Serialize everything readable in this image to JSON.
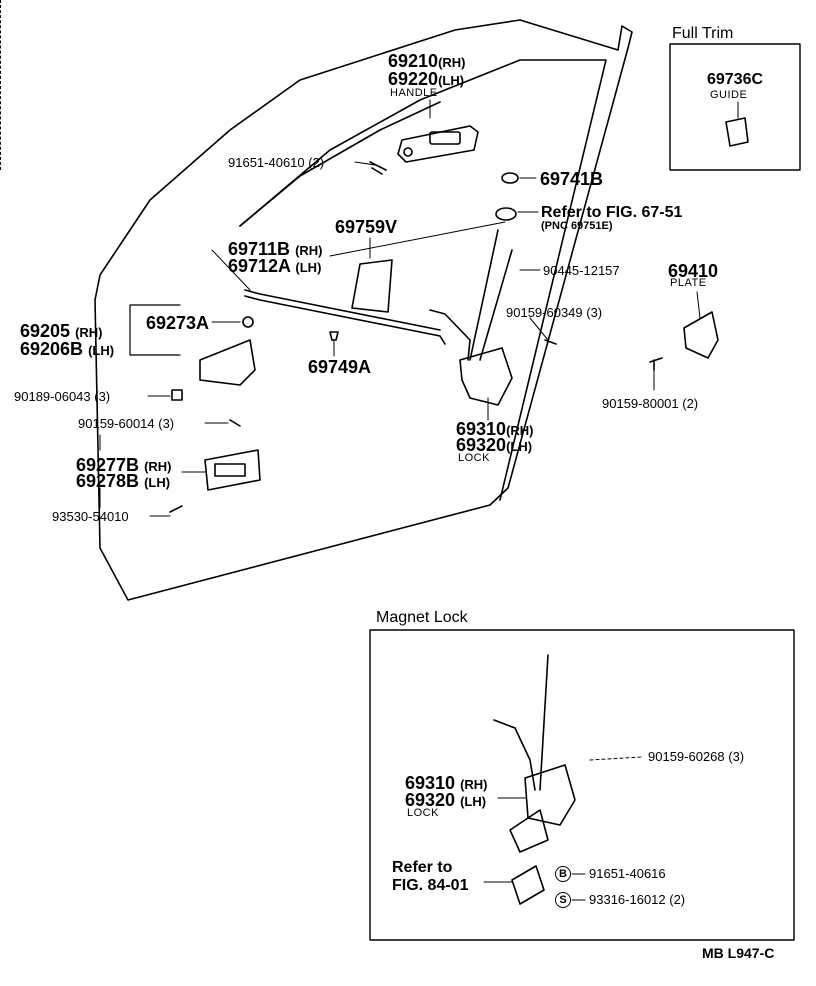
{
  "insets": {
    "full_trim": {
      "title": "Full Trim",
      "part": "69736C",
      "name": "GUIDE"
    },
    "magnet_lock": {
      "title": "Magnet Lock",
      "lock_rh": "69310",
      "lock_rh_side": "(RH)",
      "lock_lh": "69320",
      "lock_lh_side": "(LH)",
      "lock_name": "LOCK",
      "screw": "90159-60268 (3)",
      "refer_line1": "Refer to",
      "refer_line2": "FIG. 84-01",
      "b_marker": "B",
      "b_part": "91651-40616",
      "s_marker": "S",
      "s_part": "93316-16012 (2)"
    }
  },
  "labels": {
    "handle_rh": "69210",
    "handle_rh_side": "(RH)",
    "handle_lh": "69220",
    "handle_lh_side": "(LH)",
    "handle_name": "HANDLE",
    "handle_screw": "91651-40610 (2)",
    "part_69741b": "69741B",
    "refer_line1": "Refer to FIG. 67-51",
    "refer_line2": "(PNC 69751E)",
    "part_69759v": "69759V",
    "rod_rh": "69711B",
    "rod_rh_side": "(RH)",
    "rod_lh": "69712A",
    "rod_lh_side": "(LH)",
    "rod_90445": "90445-12157",
    "part_69410": "69410",
    "plate_name": "PLATE",
    "screw_90159_60349": "90159-60349 (3)",
    "part_69273a": "69273A",
    "inner_rh": "69205",
    "inner_rh_side": "(RH)",
    "inner_lh": "69206B",
    "inner_lh_side": "(LH)",
    "part_69749a": "69749A",
    "nut_90189": "90189-06043 (3)",
    "screw_90159_60014": "90159-60014 (3)",
    "screw_90159_80001": "90159-80001 (2)",
    "lock_rh": "69310",
    "lock_rh_side": "(RH)",
    "lock_lh": "69320",
    "lock_lh_side": "(LH)",
    "lock_name": "LOCK",
    "bezel_rh": "69277B",
    "bezel_rh_side": "(RH)",
    "bezel_lh": "69278B",
    "bezel_lh_side": "(LH)",
    "screw_93530": "93530-54010"
  },
  "footer": {
    "code": "MB  L947-C"
  }
}
